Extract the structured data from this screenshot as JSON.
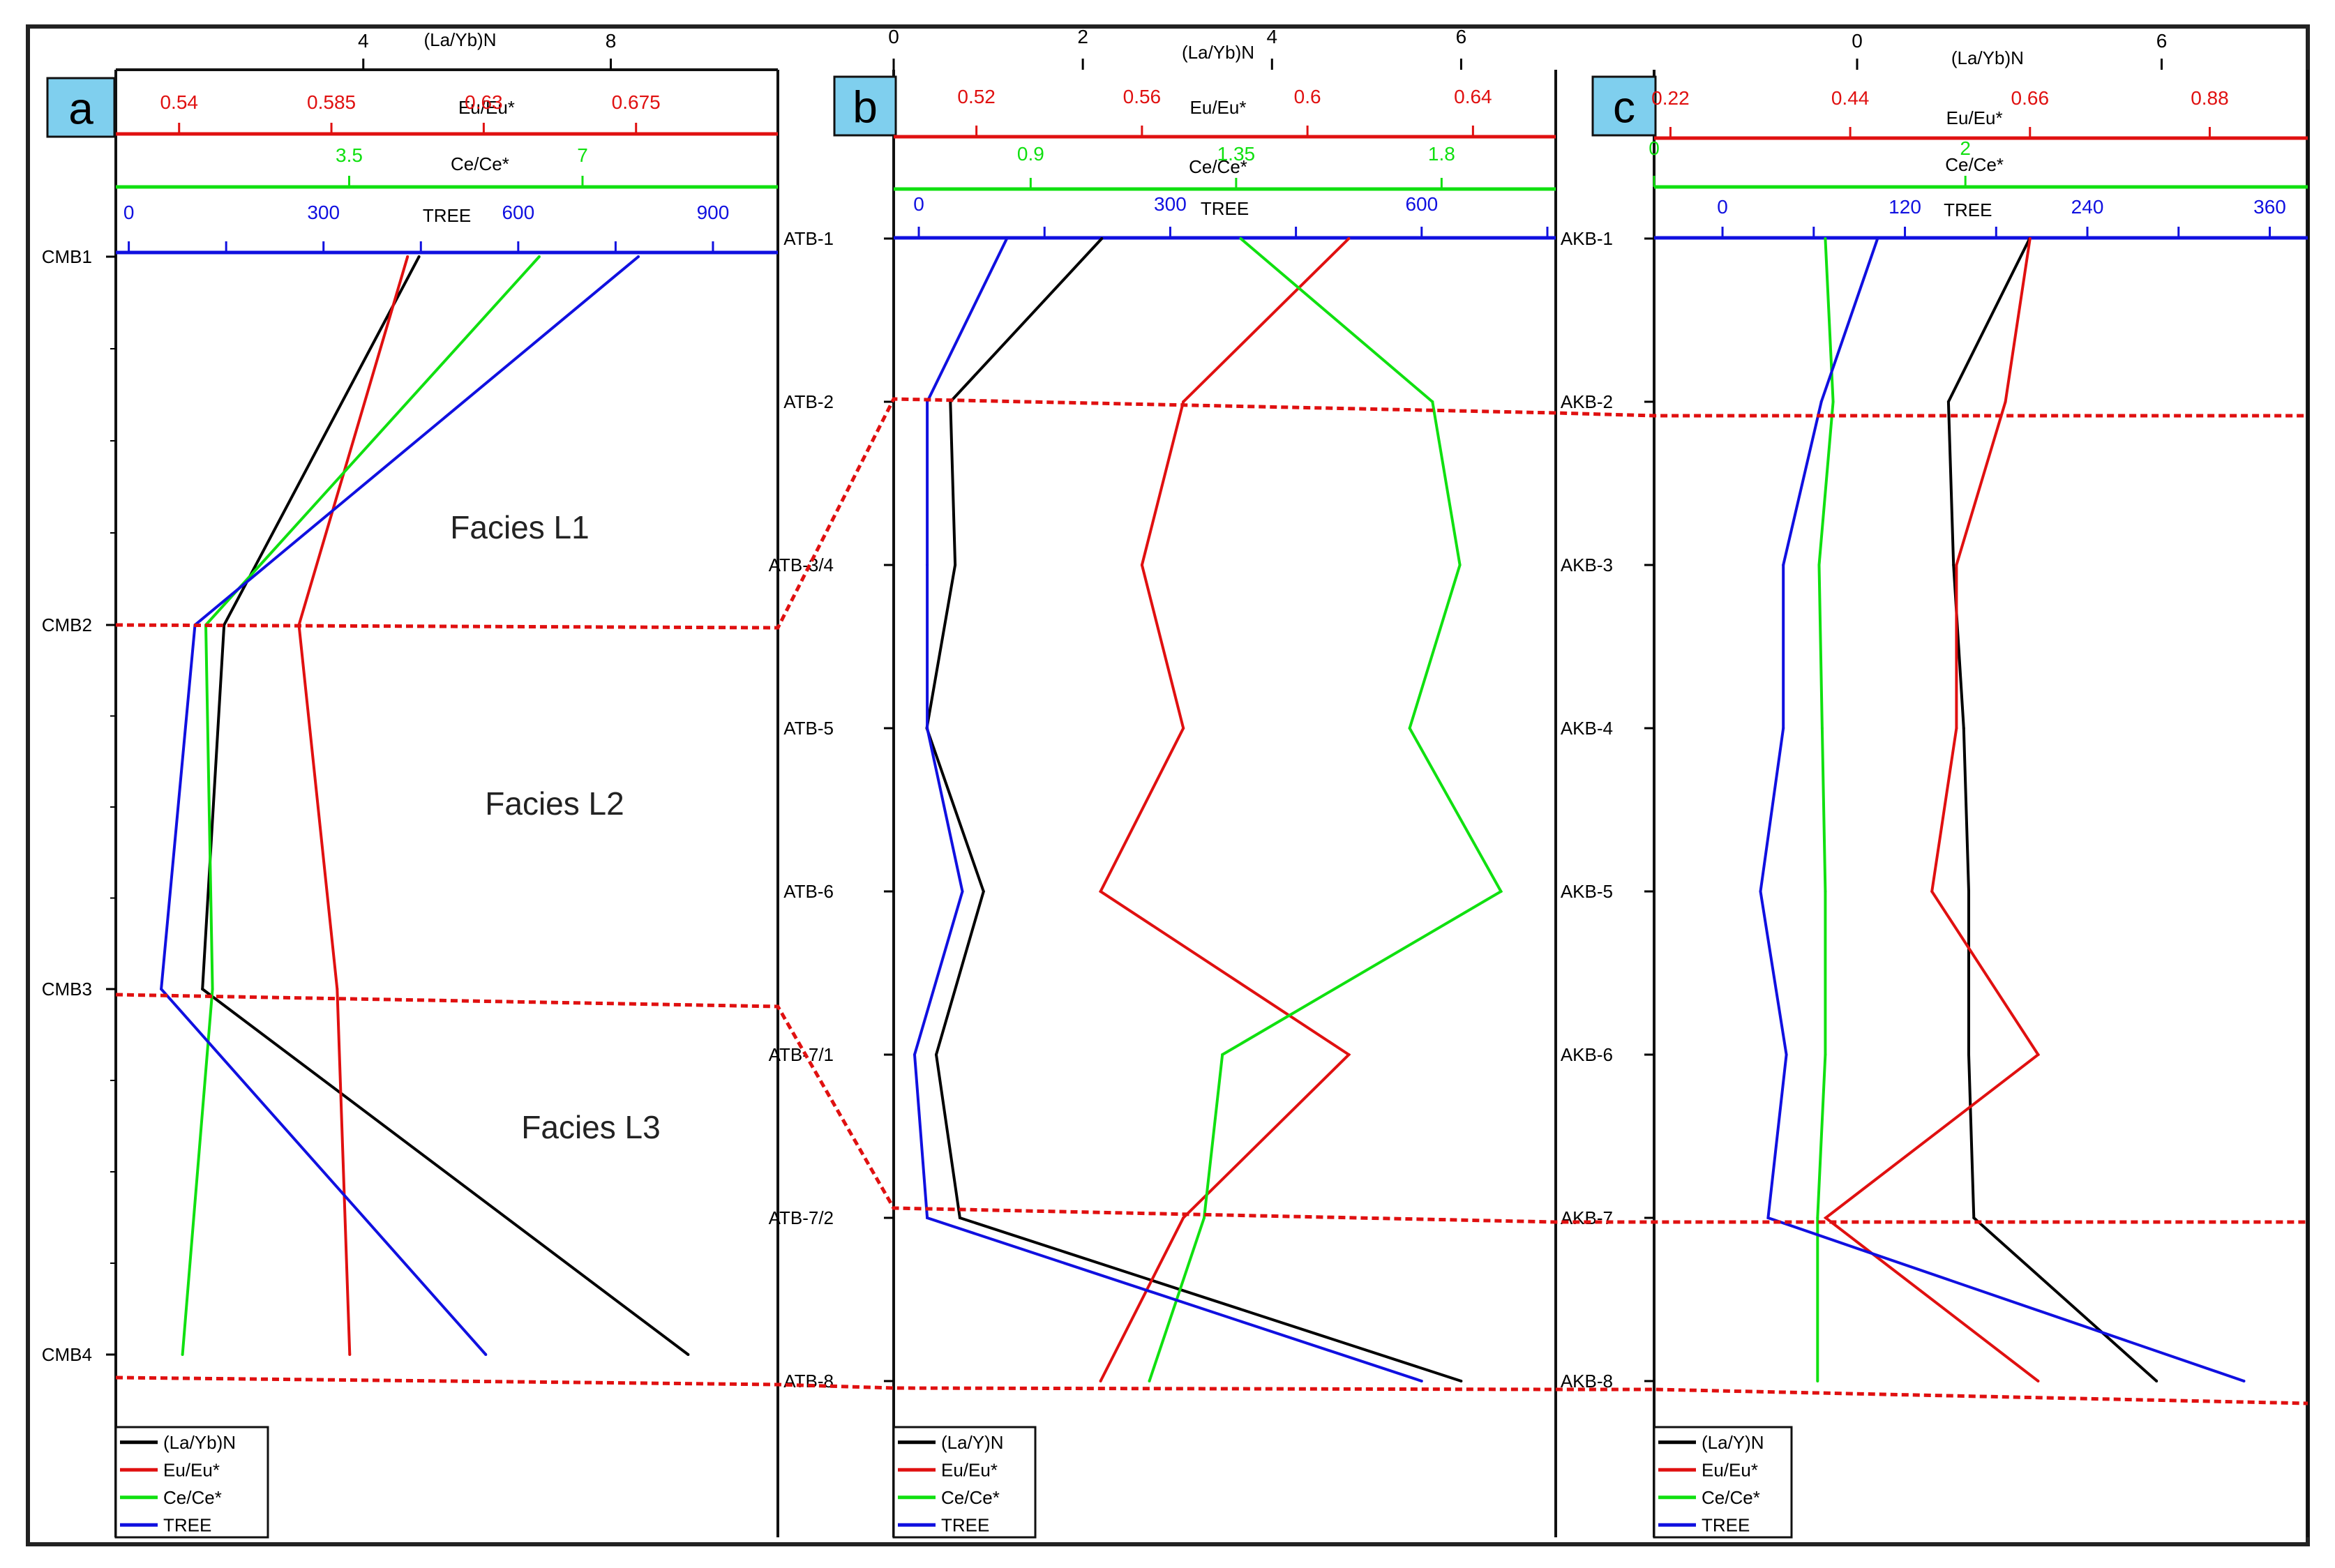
{
  "colors": {
    "lab": "#000000",
    "eu": "#e01010",
    "ce": "#10e010",
    "tree": "#1010e0",
    "panel_label_bg": "#7fcfee",
    "facies_line": "#e01010"
  },
  "chart_data": [
    {
      "type": "line",
      "panel_label": "a",
      "orientation": "vertical-profile",
      "samples": [
        "CMB1",
        "CMB2",
        "CMB3",
        "CMB4"
      ],
      "axes": {
        "lab": {
          "title": "(La/Yb)N",
          "min": 0,
          "max": 10.7,
          "ticks": [
            4,
            8
          ]
        },
        "eu": {
          "title": "Eu/Eu*",
          "min": 0.5213,
          "max": 0.7169,
          "ticks": [
            0.54,
            0.585,
            0.63,
            0.675
          ]
        },
        "ce": {
          "title": "Ce/Ce*",
          "min": 0,
          "max": 9.93,
          "ticks": [
            3.5,
            7.0
          ]
        },
        "tree": {
          "title": "TREE",
          "min": -20,
          "max": 1000,
          "ticks": [
            0,
            300,
            600,
            900
          ]
        }
      },
      "series": [
        {
          "key": "lab",
          "name": "(La/Yb)N",
          "values": [
            4.9,
            1.75,
            1.4,
            9.25
          ]
        },
        {
          "key": "eu",
          "name": "Eu/Eu*",
          "values": [
            0.6075,
            0.5754,
            0.5867,
            0.5904
          ]
        },
        {
          "key": "ce",
          "name": "Ce/Ce*",
          "values": [
            6.35,
            1.35,
            1.45,
            1.0
          ]
        },
        {
          "key": "tree",
          "name": "TREE",
          "values": [
            785,
            102,
            50,
            550
          ]
        }
      ],
      "annotations": [
        "Facies L1",
        "Facies L2",
        "Facies L3"
      ]
    },
    {
      "type": "line",
      "panel_label": "b",
      "orientation": "vertical-profile",
      "samples": [
        "ATB-1",
        "ATB-2",
        "ATB-3/4",
        "ATB-5",
        "ATB-6",
        "ATB-7/1",
        "ATB-7/2",
        "ATB-8"
      ],
      "axes": {
        "lab": {
          "title": "(La/Yb)N",
          "min": 0,
          "max": 7,
          "ticks": [
            0,
            2,
            4,
            6
          ]
        },
        "eu": {
          "title": "Eu/Eu*",
          "min": 0.5,
          "max": 0.66,
          "ticks": [
            0.52,
            0.56,
            0.6,
            0.64
          ]
        },
        "ce": {
          "title": "Ce/Ce*",
          "min": 0.6,
          "max": 2.05,
          "ticks": [
            0.9,
            1.35,
            1.8
          ]
        },
        "tree": {
          "title": "TREE",
          "min": -30,
          "max": 760,
          "ticks": [
            0,
            300,
            600
          ]
        }
      },
      "series": [
        {
          "key": "lab",
          "name": "(La/Y)N",
          "values": [
            2.2,
            0.6,
            0.65,
            0.35,
            0.95,
            0.45,
            0.7,
            6.0
          ]
        },
        {
          "key": "eu",
          "name": "Eu/Eu*",
          "values": [
            0.61,
            0.57,
            0.56,
            0.57,
            0.55,
            0.61,
            0.57,
            0.55
          ]
        },
        {
          "key": "ce",
          "name": "Ce/Ce*",
          "values": [
            1.36,
            1.78,
            1.84,
            1.73,
            1.93,
            1.32,
            1.28,
            1.16
          ]
        },
        {
          "key": "tree",
          "name": "TREE",
          "values": [
            105,
            10,
            10,
            10,
            52,
            -5,
            10,
            600
          ]
        }
      ]
    },
    {
      "type": "line",
      "panel_label": "c",
      "orientation": "vertical-profile",
      "samples": [
        "AKB-1",
        "AKB-2",
        "AKB-3",
        "AKB-4",
        "AKB-5",
        "AKB-6",
        "AKB-7",
        "AKB-8"
      ],
      "axes": {
        "lab": {
          "title": "(La/Yb)N",
          "min": -4,
          "max": 8.88,
          "ticks": [
            0,
            6
          ]
        },
        "eu": {
          "title": "Eu/Eu*",
          "min": 0.2,
          "max": 1.0,
          "ticks": [
            0.22,
            0.44,
            0.66,
            0.88
          ]
        },
        "ce": {
          "title": "Ce/Ce*",
          "min": 0,
          "max": 4.2,
          "ticks": [
            0,
            2
          ]
        },
        "tree": {
          "title": "TREE",
          "min": -45,
          "max": 385,
          "ticks": [
            0,
            120,
            240,
            360
          ]
        }
      },
      "series": [
        {
          "key": "lab",
          "name": "(La/Y)N",
          "values": [
            3.4,
            1.8,
            1.9,
            2.1,
            2.2,
            2.2,
            2.3,
            5.9
          ]
        },
        {
          "key": "eu",
          "name": "Eu/Eu*",
          "values": [
            0.66,
            0.63,
            0.57,
            0.57,
            0.54,
            0.67,
            0.41,
            0.67
          ]
        },
        {
          "key": "ce",
          "name": "Ce/Ce*",
          "values": [
            1.1,
            1.15,
            1.06,
            1.08,
            1.1,
            1.1,
            1.05,
            1.05
          ]
        },
        {
          "key": "tree",
          "name": "TREE",
          "values": [
            102,
            65,
            40,
            40,
            25,
            42,
            30,
            343
          ]
        }
      ]
    }
  ]
}
